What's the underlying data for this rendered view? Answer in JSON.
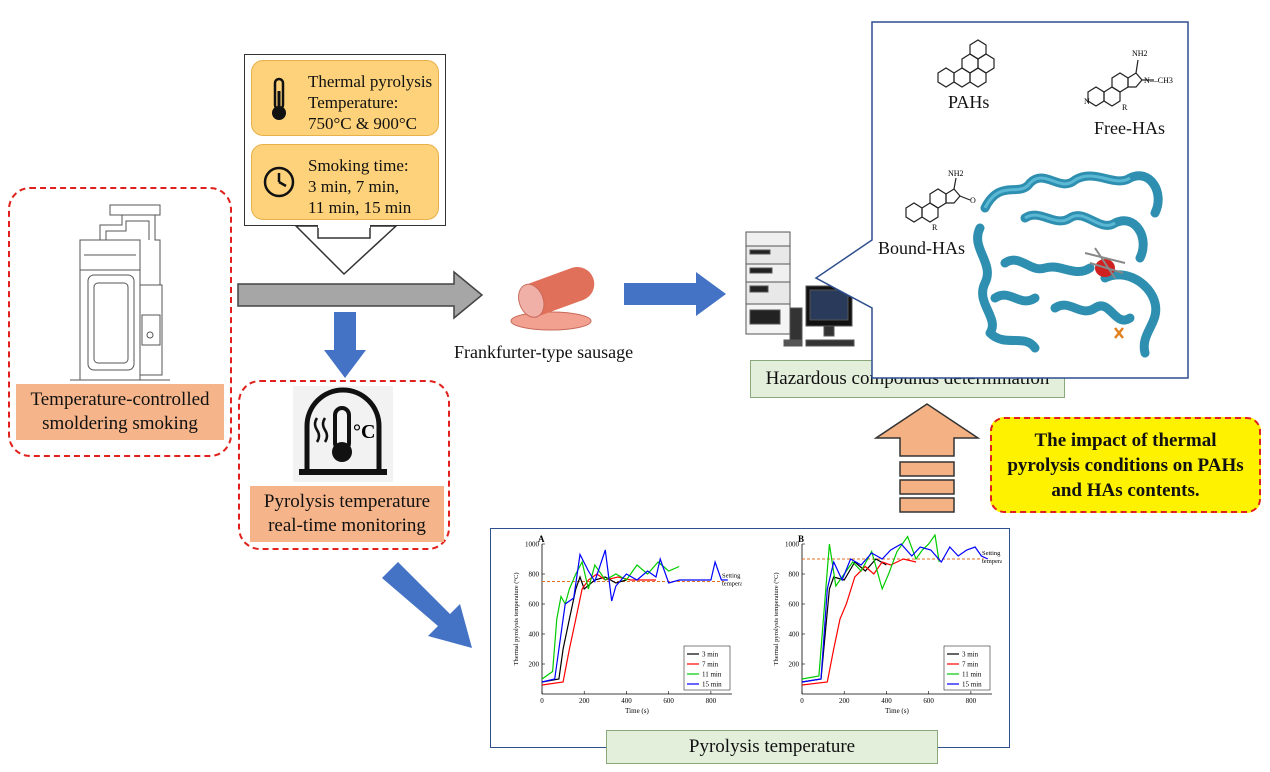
{
  "conditions": {
    "temperature": {
      "line1": "Thermal pyrolysis",
      "line2": "Temperature:",
      "line3": "750°C & 900°C"
    },
    "smoking": {
      "line1": "Smoking time:",
      "line2": "3 min, 7 min,",
      "line3": "11 min, 15 min"
    }
  },
  "labels": {
    "smoking_line1": "Temperature-controlled",
    "smoking_line2": "smoldering smoking",
    "monitor_line1": "Pyrolysis temperature",
    "monitor_line2": "real-time monitoring",
    "sausage": "Frankfurter-type sausage",
    "hazard": "Hazardous compounds determination",
    "impact": "The impact of thermal pyrolysis conditions on PAHs and HAs contents.",
    "pyrolysis_temp": "Pyrolysis temperature"
  },
  "molecules": {
    "pahs": "PAHs",
    "free_has": "Free-HAs",
    "bound_has": "Bound-HAs",
    "nh2": "NH2",
    "ch3": "N—CH3",
    "r": "R",
    "n": "N",
    "o": "O"
  },
  "icons": {
    "monitor_unit": "°C"
  },
  "colors": {
    "dash_red": "#e0201c",
    "label_orange": "#f5b48a",
    "cond_yellow": "#fdd27a",
    "impact_yellow": "#fff200",
    "arrow_blue": "#4472c4",
    "arrow_gray": "#a6a6a6",
    "up_arrow_orange": "#f4b183",
    "panel_border": "#2f4f8f",
    "protein": "#2e8fb0",
    "s_3min": "#000000",
    "s_7min": "#ff0000",
    "s_11min": "#00cc00",
    "s_15min": "#0000ff",
    "setting_line": "#e07020"
  },
  "chart_data": [
    {
      "type": "line",
      "panel": "A",
      "xlabel": "Time (s)",
      "ylabel": "Thermal pyrolysis temperature (°C)",
      "xlim": [
        0,
        900
      ],
      "ylim": [
        0,
        1000
      ],
      "xticks": [
        0,
        200,
        400,
        600,
        800
      ],
      "yticks": [
        0,
        200,
        400,
        600,
        800,
        1000
      ],
      "annotation": [
        "Setting",
        "temperature"
      ],
      "setting_temperature": 750,
      "legend_position": "bottom-right",
      "series": [
        {
          "name": "3 min",
          "points": [
            [
              0,
              80
            ],
            [
              80,
              100
            ],
            [
              100,
              300
            ],
            [
              130,
              500
            ],
            [
              160,
              700
            ],
            [
              180,
              780
            ],
            [
              200,
              700
            ],
            [
              250,
              760
            ],
            [
              300,
              780
            ],
            [
              350,
              740
            ],
            [
              400,
              760
            ]
          ]
        },
        {
          "name": "7 min",
          "points": [
            [
              0,
              60
            ],
            [
              100,
              80
            ],
            [
              130,
              300
            ],
            [
              160,
              500
            ],
            [
              190,
              700
            ],
            [
              220,
              760
            ],
            [
              260,
              800
            ],
            [
              300,
              760
            ],
            [
              360,
              780
            ],
            [
              420,
              760
            ],
            [
              480,
              760
            ],
            [
              540,
              760
            ]
          ]
        },
        {
          "name": "11 min",
          "points": [
            [
              0,
              100
            ],
            [
              50,
              150
            ],
            [
              70,
              500
            ],
            [
              90,
              650
            ],
            [
              110,
              600
            ],
            [
              130,
              700
            ],
            [
              160,
              800
            ],
            [
              190,
              880
            ],
            [
              220,
              700
            ],
            [
              250,
              860
            ],
            [
              300,
              760
            ],
            [
              350,
              800
            ],
            [
              400,
              760
            ],
            [
              450,
              860
            ],
            [
              500,
              800
            ],
            [
              550,
              880
            ],
            [
              600,
              820
            ],
            [
              650,
              850
            ]
          ]
        },
        {
          "name": "15 min",
          "points": [
            [
              0,
              80
            ],
            [
              60,
              100
            ],
            [
              90,
              400
            ],
            [
              110,
              600
            ],
            [
              150,
              640
            ],
            [
              180,
              930
            ],
            [
              220,
              820
            ],
            [
              250,
              750
            ],
            [
              300,
              960
            ],
            [
              330,
              620
            ],
            [
              350,
              720
            ],
            [
              400,
              800
            ],
            [
              450,
              760
            ],
            [
              500,
              820
            ],
            [
              540,
              780
            ],
            [
              560,
              900
            ],
            [
              600,
              740
            ],
            [
              650,
              760
            ],
            [
              700,
              760
            ],
            [
              760,
              760
            ],
            [
              800,
              760
            ],
            [
              820,
              880
            ],
            [
              850,
              760
            ],
            [
              880,
              760
            ]
          ]
        }
      ]
    },
    {
      "type": "line",
      "panel": "B",
      "xlabel": "Time (s)",
      "ylabel": "Thermal pyrolysis temperature (°C)",
      "xlim": [
        0,
        900
      ],
      "ylim": [
        0,
        1000
      ],
      "xticks": [
        0,
        200,
        400,
        600,
        800
      ],
      "yticks": [
        0,
        200,
        400,
        600,
        800,
        1000
      ],
      "annotation": [
        "Setting",
        "temperature"
      ],
      "setting_temperature": 900,
      "legend_position": "bottom-right",
      "series": [
        {
          "name": "3 min",
          "points": [
            [
              0,
              80
            ],
            [
              90,
              100
            ],
            [
              110,
              400
            ],
            [
              130,
              700
            ],
            [
              150,
              780
            ],
            [
              200,
              760
            ],
            [
              250,
              880
            ],
            [
              300,
              820
            ],
            [
              350,
              900
            ],
            [
              400,
              860
            ]
          ]
        },
        {
          "name": "7 min",
          "points": [
            [
              0,
              60
            ],
            [
              120,
              80
            ],
            [
              150,
              300
            ],
            [
              180,
              500
            ],
            [
              210,
              600
            ],
            [
              250,
              780
            ],
            [
              300,
              850
            ],
            [
              340,
              800
            ],
            [
              380,
              880
            ],
            [
              420,
              860
            ],
            [
              480,
              900
            ],
            [
              540,
              880
            ]
          ]
        },
        {
          "name": "11 min",
          "points": [
            [
              0,
              100
            ],
            [
              80,
              120
            ],
            [
              110,
              650
            ],
            [
              130,
              1000
            ],
            [
              160,
              720
            ],
            [
              200,
              800
            ],
            [
              240,
              880
            ],
            [
              280,
              820
            ],
            [
              330,
              950
            ],
            [
              380,
              700
            ],
            [
              410,
              800
            ],
            [
              450,
              950
            ],
            [
              500,
              1050
            ],
            [
              540,
              900
            ],
            [
              570,
              960
            ],
            [
              600,
              1000
            ],
            [
              630,
              1060
            ],
            [
              650,
              880
            ]
          ]
        },
        {
          "name": "15 min",
          "points": [
            [
              0,
              80
            ],
            [
              90,
              100
            ],
            [
              120,
              700
            ],
            [
              150,
              880
            ],
            [
              190,
              760
            ],
            [
              230,
              900
            ],
            [
              280,
              860
            ],
            [
              330,
              940
            ],
            [
              380,
              900
            ],
            [
              420,
              960
            ],
            [
              470,
              1000
            ],
            [
              520,
              920
            ],
            [
              560,
              980
            ],
            [
              610,
              960
            ],
            [
              660,
              880
            ],
            [
              700,
              980
            ],
            [
              740,
              920
            ],
            [
              780,
              960
            ],
            [
              820,
              980
            ],
            [
              850,
              920
            ],
            [
              880,
              900
            ]
          ]
        }
      ]
    }
  ]
}
